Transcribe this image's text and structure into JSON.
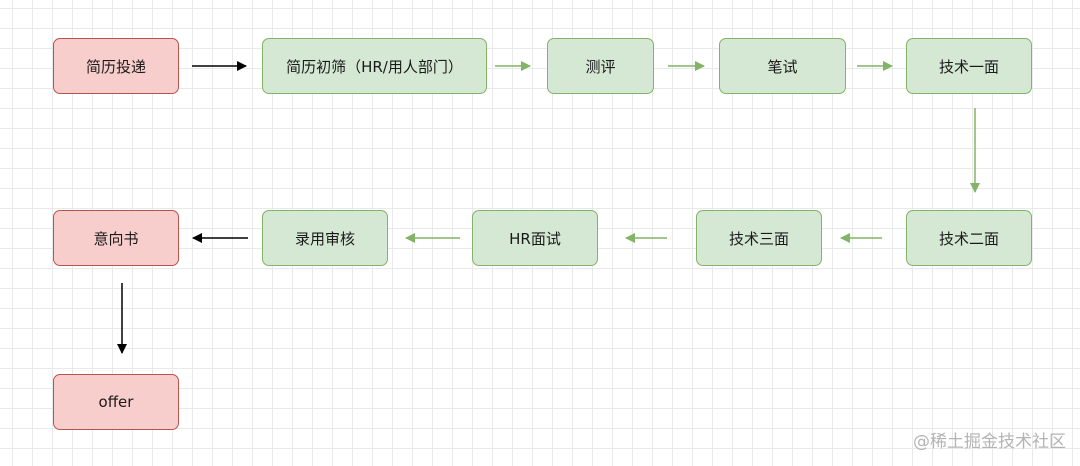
{
  "diagram": {
    "nodes": {
      "resume_submit": "简历投递",
      "resume_screen": "简历初筛（HR/用人部门）",
      "assessment": "测评",
      "written_test": "笔试",
      "tech_interview_1": "技术一面",
      "tech_interview_2": "技术二面",
      "tech_interview_3": "技术三面",
      "hr_interview": "HR面试",
      "hiring_review": "录用审核",
      "letter_of_intent": "意向书",
      "offer": "offer"
    },
    "colors": {
      "red_fill": "#f8cecc",
      "red_border": "#b85450",
      "green_fill": "#d5e8d4",
      "green_border": "#82b366",
      "arrow_black": "#000000",
      "arrow_green": "#82b366"
    }
  },
  "watermark": "@稀土掘金技术社区"
}
